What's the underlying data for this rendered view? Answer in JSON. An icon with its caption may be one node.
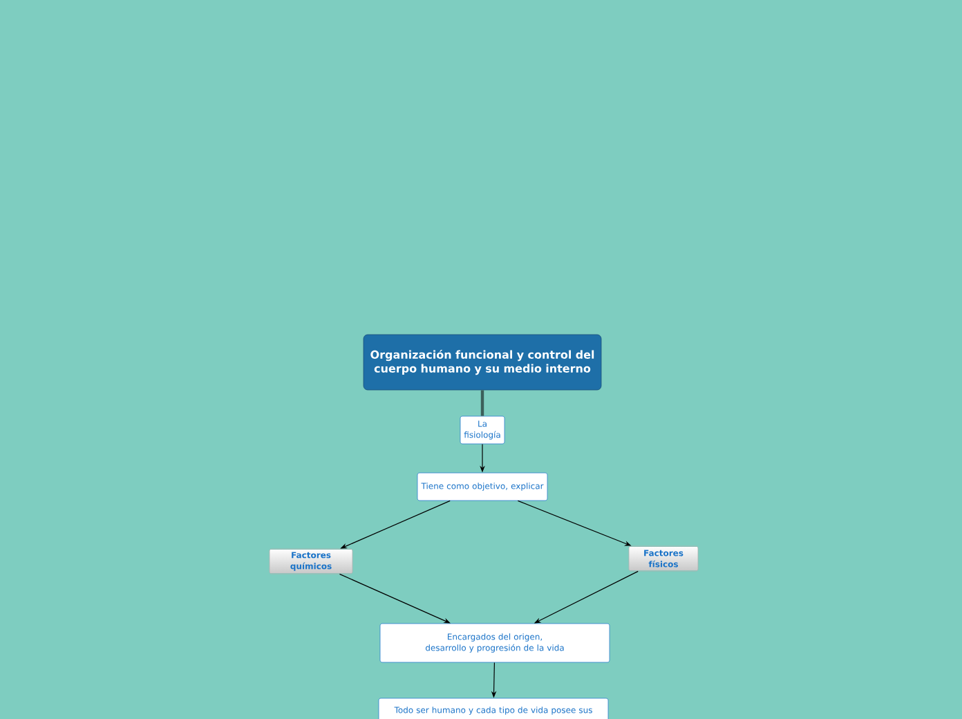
{
  "diagram": {
    "nodes": [
      {
        "text": [
          "Organización funcional y control del cuerpo humano y su medio interno"
        ]
      },
      {
        "text": [
          "La fisiología"
        ]
      },
      {
        "text": [
          "Tiene como objetivo, explicar"
        ]
      },
      {
        "text": [
          "Factores químicos"
        ]
      },
      {
        "text": [
          "Factores físicos"
        ]
      },
      {
        "text": [
          "Encargados del origen, desarrollo y progresión de la vida"
        ]
      },
      {
        "text": [
          "Todo ser humano y cada tipo de vida posee sus"
        ]
      }
    ],
    "edges": [
      {
        "from": 0,
        "to": 1,
        "arrow": "none",
        "style": "thick",
        "color": "#3c5f5a"
      },
      {
        "from": 1,
        "to": 2,
        "arrow": "to"
      },
      {
        "from": 2,
        "to": 3,
        "arrow": "to"
      },
      {
        "from": 2,
        "to": 4,
        "arrow": "to"
      },
      {
        "from": 3,
        "to": 5,
        "arrow": "to"
      },
      {
        "from": 4,
        "to": 5,
        "arrow": "to"
      },
      {
        "from": 5,
        "to": 6,
        "arrow": "to"
      }
    ]
  }
}
